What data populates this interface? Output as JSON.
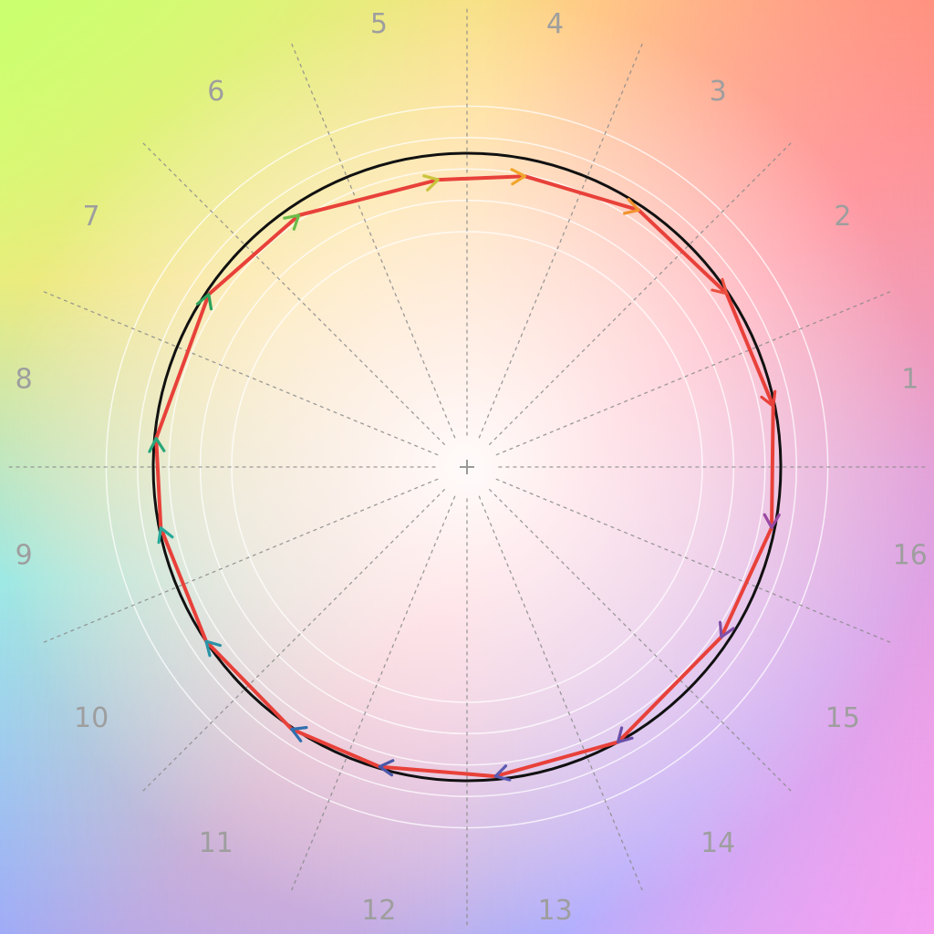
{
  "chart_data": {
    "type": "polar-path",
    "title": "",
    "sector_labels": [
      "1",
      "2",
      "3",
      "4",
      "5",
      "6",
      "7",
      "8",
      "9",
      "10",
      "11",
      "12",
      "13",
      "14",
      "15",
      "16"
    ],
    "reference_circle_radius": 1.0,
    "rings": [
      0.75,
      0.85,
      0.95,
      1.05,
      1.15
    ],
    "path": [
      {
        "angle_deg": 11.25,
        "r": 0.995,
        "color": "#e8413a"
      },
      {
        "angle_deg": 33.75,
        "r": 0.995,
        "color": "#ea5140"
      },
      {
        "angle_deg": 56.25,
        "r": 0.985,
        "color": "#f2922e"
      },
      {
        "angle_deg": 78.75,
        "r": 0.945,
        "color": "#f0a52b"
      },
      {
        "angle_deg": 95.75,
        "r": 0.92,
        "color": "#c9c43c"
      },
      {
        "angle_deg": 123.75,
        "r": 0.965,
        "color": "#6cbc4a"
      },
      {
        "angle_deg": 146.25,
        "r": 0.99,
        "color": "#2ea35c"
      },
      {
        "angle_deg": 174.75,
        "r": 0.995,
        "color": "#2aa77a"
      },
      {
        "angle_deg": 191.25,
        "r": 0.995,
        "color": "#27a99a"
      },
      {
        "angle_deg": 213.75,
        "r": 1.0,
        "color": "#2b93a7"
      },
      {
        "angle_deg": 236.25,
        "r": 1.005,
        "color": "#2f6fb0"
      },
      {
        "angle_deg": 253.75,
        "r": 0.995,
        "color": "#4a58a8"
      },
      {
        "angle_deg": 275.25,
        "r": 0.99,
        "color": "#5b5ab2"
      },
      {
        "angle_deg": 298.75,
        "r": 1.0,
        "color": "#6a4fa6"
      },
      {
        "angle_deg": 326.25,
        "r": 0.975,
        "color": "#8050a8"
      },
      {
        "angle_deg": 348.75,
        "r": 0.99,
        "color": "#9a4aa3"
      }
    ],
    "path_color": "#e8413a",
    "circle_color": "#111111",
    "grid": true
  }
}
